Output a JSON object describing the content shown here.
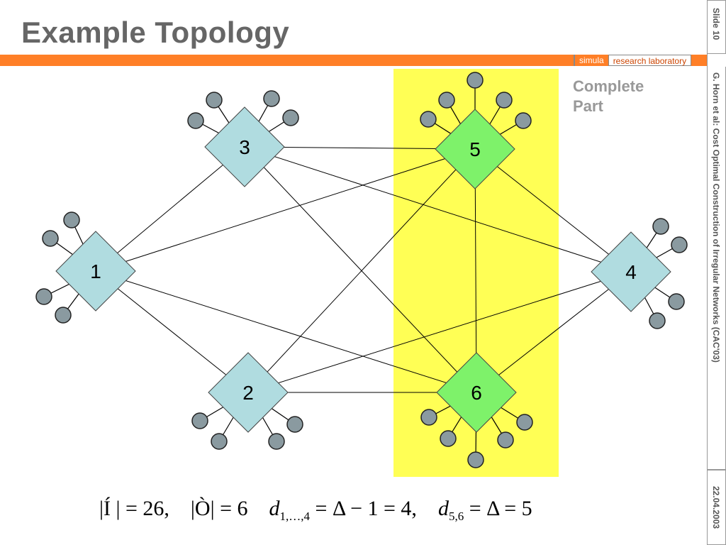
{
  "slide": {
    "title": "Example Topology",
    "brand_left": "simula",
    "brand_right": "research laboratory",
    "slide_label": "Slide  10",
    "author_line": "G. Horn et al: Cost Optimal Construction of Irregular Networks (CAC'03)",
    "date": "22.04.2003",
    "highlight_label_line1": "Complete",
    "highlight_label_line2": "Part"
  },
  "diagram": {
    "nodes": [
      {
        "id": "1",
        "label": "1",
        "color": "#b0dce0"
      },
      {
        "id": "2",
        "label": "2",
        "color": "#b0dce0"
      },
      {
        "id": "3",
        "label": "3",
        "color": "#b0dce0"
      },
      {
        "id": "4",
        "label": "4",
        "color": "#b0dce0"
      },
      {
        "id": "5",
        "label": "5",
        "color": "#7ef26a"
      },
      {
        "id": "6",
        "label": "6",
        "color": "#7ef26a"
      }
    ],
    "edges": [
      [
        "1",
        "3"
      ],
      [
        "1",
        "5"
      ],
      [
        "1",
        "2"
      ],
      [
        "1",
        "6"
      ],
      [
        "3",
        "5"
      ],
      [
        "3",
        "4"
      ],
      [
        "3",
        "6"
      ],
      [
        "2",
        "5"
      ],
      [
        "2",
        "6"
      ],
      [
        "2",
        "4"
      ],
      [
        "5",
        "6"
      ],
      [
        "5",
        "4"
      ],
      [
        "6",
        "4"
      ]
    ],
    "highlight_color": "#ffff55",
    "terminal_color": "#8a9aa0"
  },
  "formula": {
    "part1": "|Í | = 26,",
    "part2": "|Ò| = 6",
    "part3_var": "d",
    "part3_sub": "1,…,4",
    "part3_rest": " = Δ − 1 = 4,",
    "part4_var": "d",
    "part4_sub": "5,6",
    "part4_rest": " = Δ = 5"
  }
}
